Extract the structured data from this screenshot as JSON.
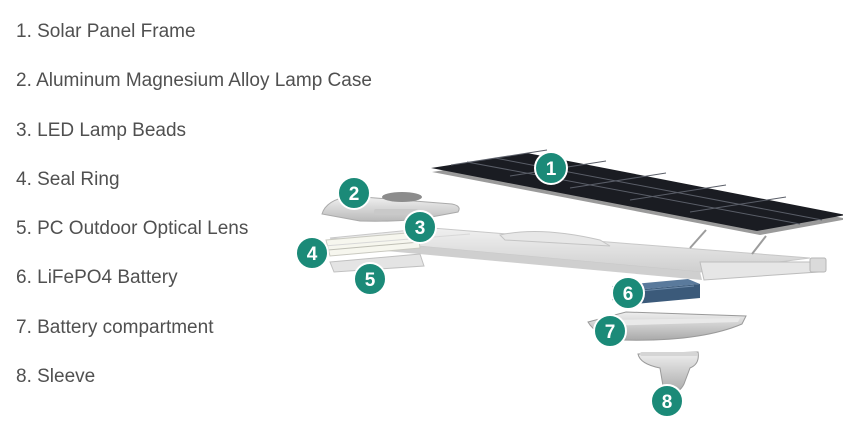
{
  "parts": [
    "1. Solar Panel Frame",
    "2. Aluminum Magnesium Alloy Lamp Case",
    "3. LED Lamp Beads",
    "4. Seal Ring",
    "5. PC Outdoor Optical Lens",
    "6. LiFePO4 Battery",
    "7. Battery compartment",
    "8. Sleeve"
  ],
  "badges": [
    "1",
    "2",
    "3",
    "4",
    "5",
    "6",
    "7",
    "8"
  ],
  "colors": {
    "badge": "#1b8a78",
    "text": "#505050",
    "solar_panel": "#1a1c22",
    "battery": "#3b5a7a"
  }
}
